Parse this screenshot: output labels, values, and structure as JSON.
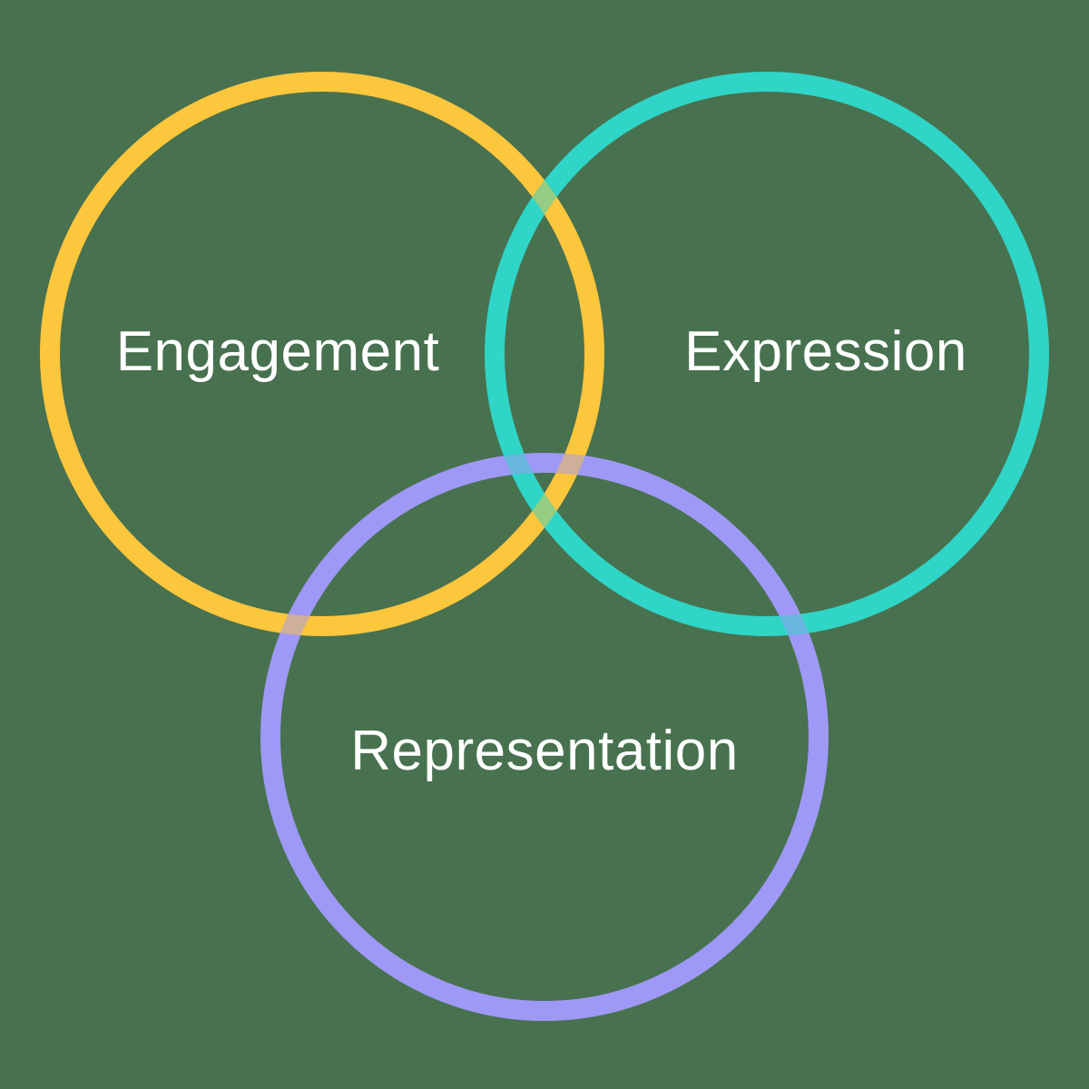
{
  "diagram": {
    "kind": "venn-diagram",
    "background_color": "#48714F",
    "label_color": "#FFFFFF",
    "circles": [
      {
        "id": "engagement",
        "label": "Engagement",
        "color": "#FCC63D"
      },
      {
        "id": "expression",
        "label": "Expression",
        "color": "#2FD5C6"
      },
      {
        "id": "representation",
        "label": "Representation",
        "color": "#9E99F6"
      }
    ]
  }
}
